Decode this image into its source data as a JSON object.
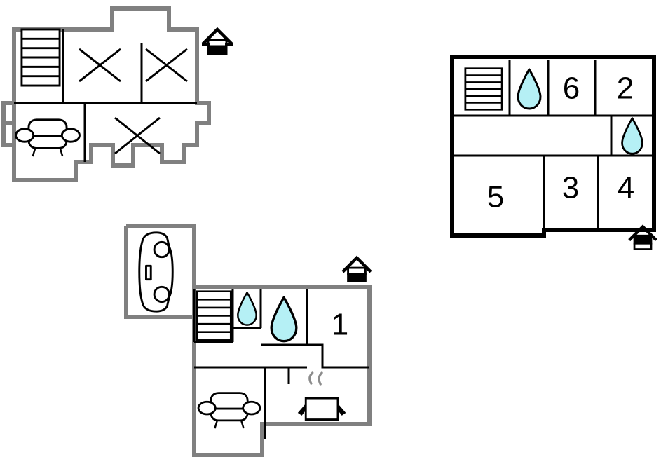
{
  "document": {
    "kind": "floor-plan-diagram",
    "title": "Holiday home floor plan",
    "background_color": "#ffffff",
    "exterior_wall_color": "#808080",
    "interior_wall_color": "#000000",
    "water_drop_fill": "#b5f0f5",
    "steam_color": "#8c8c8c"
  },
  "plans": [
    {
      "id": "plan-upper-left",
      "name": "upper-floor-plan",
      "wall_style": "gray",
      "rooms": [
        {
          "name": "stairs-room",
          "icon": "stairs-icon",
          "label": ""
        },
        {
          "name": "bedroom-cross-a",
          "icon": "cross-icon",
          "label": ""
        },
        {
          "name": "bedroom-cross-b",
          "icon": "cross-icon",
          "label": ""
        },
        {
          "name": "living-room",
          "icon": "sofa-icon",
          "label": ""
        },
        {
          "name": "bedroom-cross-c",
          "icon": "cross-icon",
          "label": ""
        }
      ],
      "orientation_marker": {
        "name": "house-north-icon",
        "variant": "white-top-dashes"
      }
    },
    {
      "id": "plan-right",
      "name": "right-floor-plan",
      "wall_style": "black",
      "rooms": [
        {
          "name": "stairs-room",
          "icon": "stairs-icon",
          "label": ""
        },
        {
          "name": "bathroom-upper",
          "icon": "water-drop-icon",
          "label": ""
        },
        {
          "name": "room-6",
          "icon": "",
          "label": "6"
        },
        {
          "name": "room-2",
          "icon": "",
          "label": "2"
        },
        {
          "name": "bathroom-right",
          "icon": "water-drop-icon",
          "label": ""
        },
        {
          "name": "room-5",
          "icon": "",
          "label": "5"
        },
        {
          "name": "room-3",
          "icon": "",
          "label": "3"
        },
        {
          "name": "room-4",
          "icon": "",
          "label": "4"
        }
      ],
      "orientation_marker": {
        "name": "house-north-icon",
        "variant": "black-top"
      }
    },
    {
      "id": "plan-lower",
      "name": "ground-floor-plan",
      "wall_style": "gray",
      "rooms": [
        {
          "name": "garage",
          "icon": "car-icon",
          "label": ""
        },
        {
          "name": "stairs-room",
          "icon": "stairs-icon",
          "label": ""
        },
        {
          "name": "bathroom-small",
          "icon": "water-drop-icon",
          "label": ""
        },
        {
          "name": "bathroom-large",
          "icon": "water-drop-icon",
          "label": ""
        },
        {
          "name": "room-1",
          "icon": "",
          "label": "1"
        },
        {
          "name": "living-room",
          "icon": "sofa-icon",
          "label": ""
        },
        {
          "name": "kitchen",
          "icon": "cooking-pot-icon",
          "label": ""
        }
      ],
      "orientation_marker": {
        "name": "house-north-icon",
        "variant": "white-top"
      }
    }
  ],
  "labels": {
    "room_1": "1",
    "room_2": "2",
    "room_3": "3",
    "room_4": "4",
    "room_5": "5",
    "room_6": "6"
  },
  "icons": {
    "stairs": "stairs-icon",
    "sofa": "sofa-icon",
    "car": "car-icon",
    "water_drop": "water-drop-icon",
    "cooking_pot": "cooking-pot-icon",
    "cross": "cross-icon",
    "house_north": "house-north-icon"
  }
}
